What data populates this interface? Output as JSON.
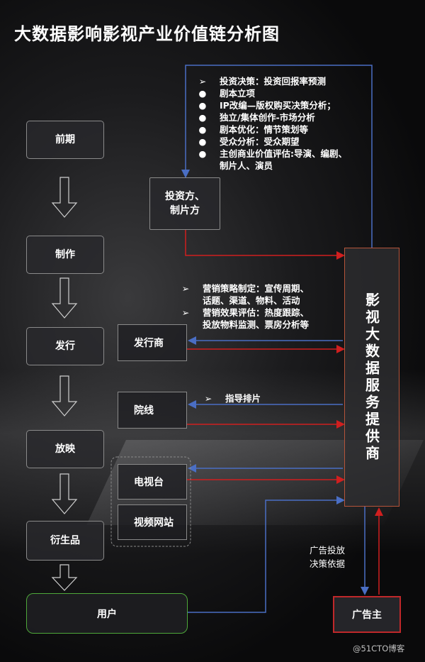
{
  "title": "大数据影响影视产业价值链分析图",
  "stages": [
    "前期",
    "制作",
    "发行",
    "放映",
    "衍生品"
  ],
  "user": "用户",
  "investor": "投资方、\n制片方",
  "distributor": "发行商",
  "cinema": "院线",
  "tv": "电视台",
  "video_site": "视频网站",
  "provider": "影视大数据服务提供商",
  "advertiser": "广告主",
  "ad_note": "广告投放\n决策依据",
  "invest_list": [
    {
      "marker": "➢",
      "text": "投资决策：投资回报率预测"
    },
    {
      "marker": "●",
      "text": "剧本立项"
    },
    {
      "marker": "●",
      "text": "IP改编—版权购买决策分析；"
    },
    {
      "marker": "●",
      "text": "独立/集体创作-市场分析"
    },
    {
      "marker": "●",
      "text": "剧本优化：情节策划等"
    },
    {
      "marker": "●",
      "text": "受众分析：受众期望"
    },
    {
      "marker": "●",
      "text": "主创商业价值评估:导演、编剧、"
    },
    {
      "marker": "",
      "text": "制片人、演员"
    }
  ],
  "marketing_list": [
    {
      "marker": "➢",
      "text": "营销策略制定：宣传周期、"
    },
    {
      "marker": "",
      "text": "话题、渠道、物料、活动"
    },
    {
      "marker": "➢",
      "text": "营销效果评估：热度跟踪、"
    },
    {
      "marker": "",
      "text": "投放物料监测、票房分析等"
    }
  ],
  "schedule_note": {
    "marker": "➢",
    "text": "指导排片"
  },
  "watermark": "@51CTO博客",
  "colors": {
    "red_arrow": "#d01f1f",
    "blue_arrow": "#4a6ec4",
    "user_border": "#4ea83a",
    "provider_border": "#b5543a",
    "advertiser_border": "#c0282a"
  }
}
